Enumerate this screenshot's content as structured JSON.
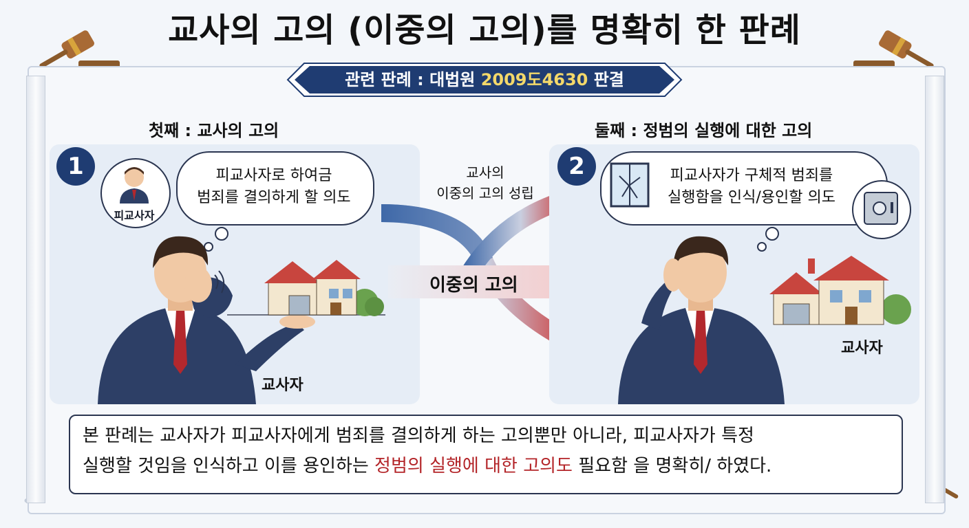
{
  "title": "교사의 고의 (이중의 고의)를 명확히 한 판례",
  "banner": {
    "prefix": "관련 판례 : 대법원 ",
    "case_no": "2009도4630",
    "suffix": " 판결"
  },
  "left": {
    "heading": "첫째 : 교사의 고의",
    "number": "1",
    "bubble_line1": "피교사자로 하여금",
    "bubble_line2": "범죄를 결의하게 할 의도",
    "avatar_label": "피교사자",
    "person_label": "교사자"
  },
  "middle": {
    "label_line1": "교사의",
    "label_line2": "이중의 고의 성립",
    "center_label": "이중의 고의"
  },
  "right": {
    "heading": "둘째 : 정범의 실행에 대한 고의",
    "number": "2",
    "bubble_line1": "피교사자가 구체적 범죄를",
    "bubble_line2": "실행함을 인식/용인할 의도",
    "person_label": "교사자"
  },
  "summary": {
    "line1": "본 판례는 교사자가 피교사자에게 범죄를 결의하게  하는 고의뿐만 아니라, 피교사자가 특정",
    "line2_a": "실행할 것임을 인식하고 이를 용인하는 ",
    "line2_red": "정범의 실행에 대한 고의도",
    "line2_b": " 필요함 을  명확히/ 하였다."
  },
  "colors": {
    "navy": "#1f3c72",
    "gold": "#f3d86a",
    "emphasis_red": "#b32428",
    "arrow_blue": "#3f69a8",
    "arrow_red": "#cc3b3b"
  }
}
